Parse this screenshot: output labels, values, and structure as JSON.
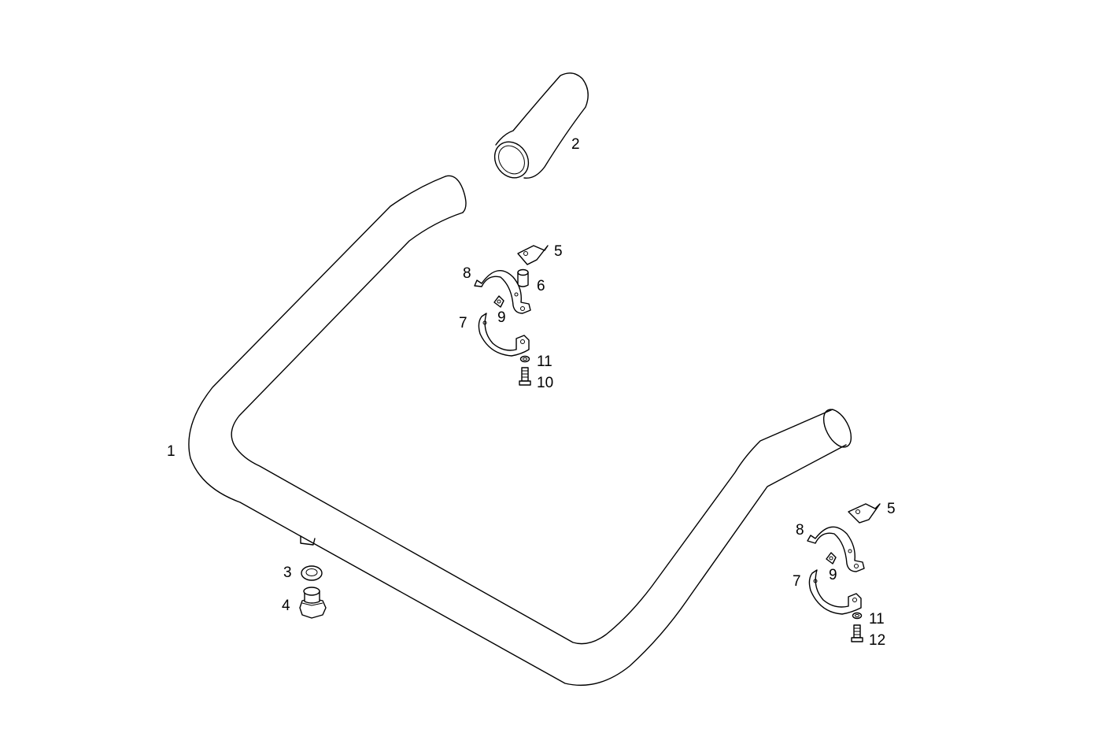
{
  "labels": {
    "pipe": "1",
    "hose": "2",
    "washer": "3",
    "plug": "4",
    "bracket_top": "5",
    "spacer": "6",
    "clamp_lower_top": "7",
    "clamp_upper_top": "8",
    "nut_top": "9",
    "bolt_top": "10",
    "washer_small_top": "11",
    "bracket_right": "5",
    "clamp_upper_right": "8",
    "clamp_lower_right": "7",
    "nut_right": "9",
    "washer_small_right": "11",
    "bolt_right": "12"
  },
  "colors": {
    "line": "#000000",
    "background": "#ffffff"
  }
}
